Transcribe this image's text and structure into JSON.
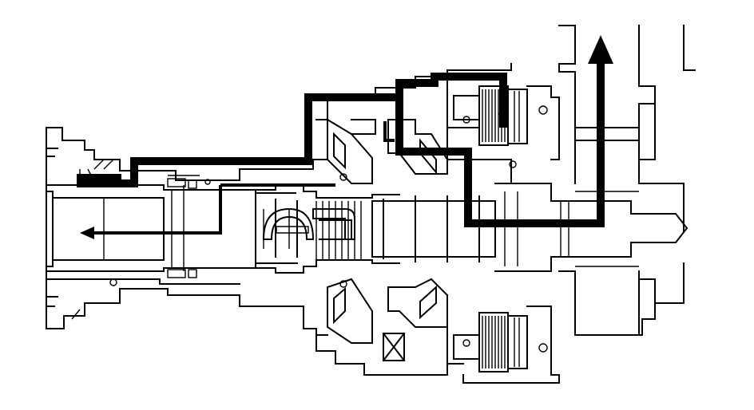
{
  "diagram": {
    "type": "mechanical-cross-section",
    "style": "black line art on white",
    "colors": {
      "background": "#ffffff",
      "ink": "#000000"
    },
    "flow_paths": [
      {
        "id": "upper-path",
        "arrow_heads": 1,
        "arrow_direction": "up"
      },
      {
        "id": "lower-path",
        "arrow_heads": 1,
        "arrow_direction": "left"
      }
    ]
  }
}
